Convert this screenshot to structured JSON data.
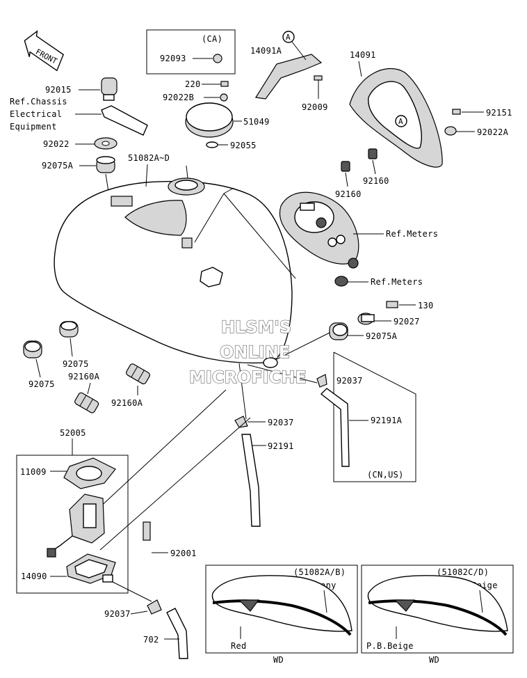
{
  "header": {
    "front_label": "FRONT"
  },
  "labels": {
    "ca_box": "(CA)",
    "p92093": "92093",
    "p14091A": "14091A",
    "p14091": "14091",
    "callout_a": "A",
    "p220": "220",
    "p92022B": "92022B",
    "p92009": "92009",
    "p92015": "92015",
    "ref_chassis_1": "Ref.Chassis",
    "ref_chassis_2": "Electrical",
    "ref_chassis_3": "Equipment",
    "p51049": "51049",
    "p92151": "92151",
    "p92022A": "92022A",
    "p92022": "92022",
    "p92055": "92055",
    "p92075A_top": "92075A",
    "p51082": "51082A~D",
    "p92160_right": "92160",
    "p92160_left": "92160",
    "ref_meters_1": "Ref.Meters",
    "ref_meters_2": "Ref.Meters",
    "p130": "130",
    "p92027": "92027",
    "p92075A_right": "92075A",
    "p92075_a": "92075",
    "p92075_b": "92075",
    "p92160A_a": "92160A",
    "p92160A_b": "92160A",
    "p92037_right": "92037",
    "p92037_mid": "92037",
    "p92037_bottom": "92037",
    "p92191A": "92191A",
    "p92191": "92191",
    "p52005": "52005",
    "p11009": "11009",
    "cn_us_box": "(CN,US)",
    "p92001": "92001",
    "p14090": "14090",
    "p702": "702"
  },
  "watermark": {
    "line1": "HLSM'S",
    "line2": "ONLINE",
    "line3": "MICROFICHE"
  },
  "variants": [
    {
      "code": "(51082A/B)",
      "color_top": "Ebony",
      "color_bottom": "Red",
      "footer": "WD"
    },
    {
      "code": "(51082C/D)",
      "color_top": "P.L.Beige",
      "color_bottom": "P.B.Beige",
      "footer": "WD"
    }
  ]
}
